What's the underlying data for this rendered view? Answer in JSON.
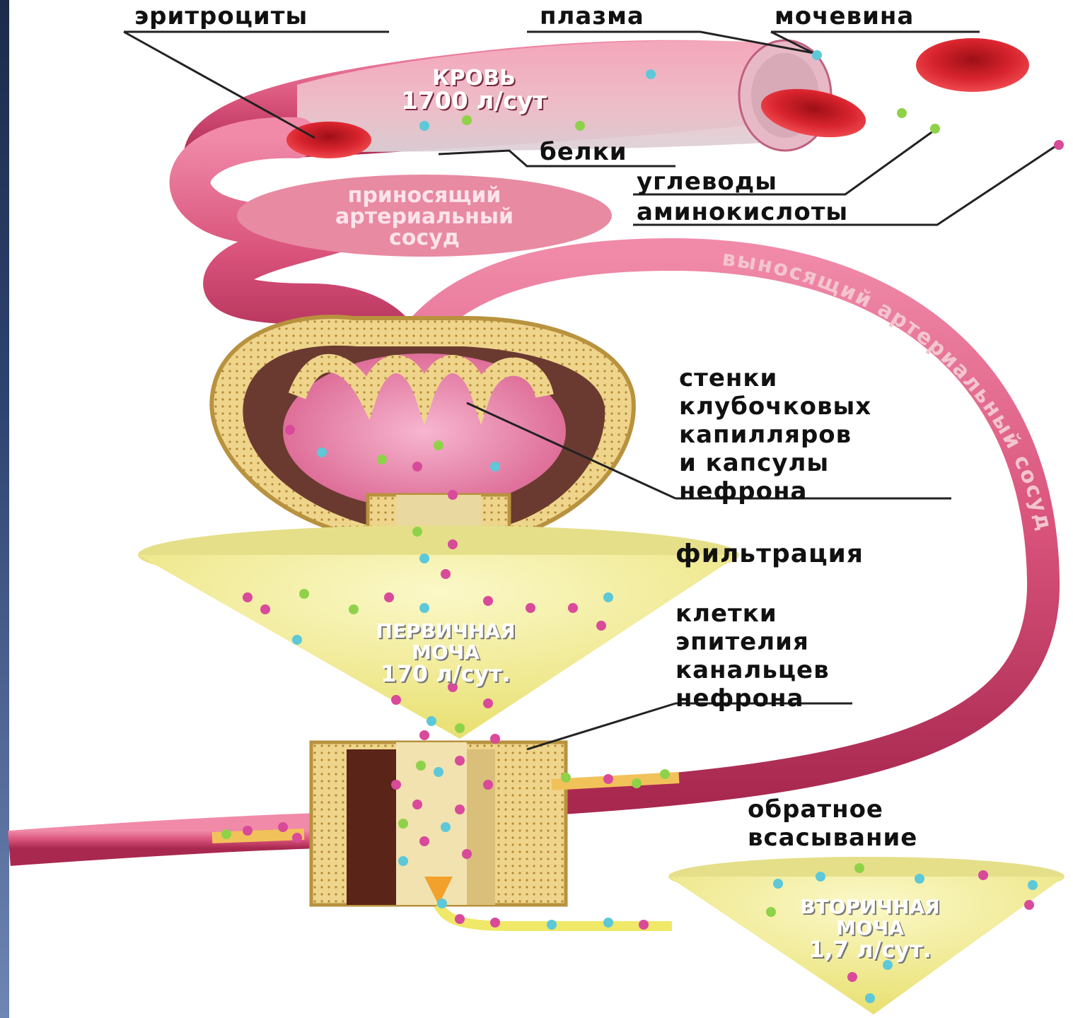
{
  "labels": {
    "erythrocytes": "эритроциты",
    "plasma": "плазма",
    "urea": "мочевина",
    "proteins": "белки",
    "carbohydrates": "углеводы",
    "amino_acids": "аминокислоты",
    "walls": [
      "стенки",
      "клубочковых",
      "капилляров",
      "и капсулы",
      "нефрона"
    ],
    "filtration": "фильтрация",
    "epithelium": [
      "клетки",
      "эпителия",
      "канальцев",
      "нефрона"
    ],
    "reabsorption": [
      "обратное",
      "всасывание"
    ]
  },
  "blood": {
    "title": "КРОВЬ",
    "amount": "1700 л/сут"
  },
  "afferent_vessel": [
    "приносящий",
    "артериальный",
    "сосуд"
  ],
  "efferent_vessel": "выносящий артериальный сосуд",
  "primary_urine": {
    "title": [
      "ПЕРВИЧНАЯ",
      "МОЧА"
    ],
    "amount": "170 л/сут."
  },
  "secondary_urine": {
    "title": [
      "ВТОРИЧНАЯ",
      "МОЧА"
    ],
    "amount": "1,7 л/сут."
  },
  "colors": {
    "vessel": "#d9537b",
    "blood_cell": "#d8242e",
    "tissue": "#e6c878",
    "funnel": "#f4f0a0",
    "dot_pink": "#d94a9a",
    "dot_cyan": "#5cc8d8",
    "dot_green": "#8fd24a"
  }
}
